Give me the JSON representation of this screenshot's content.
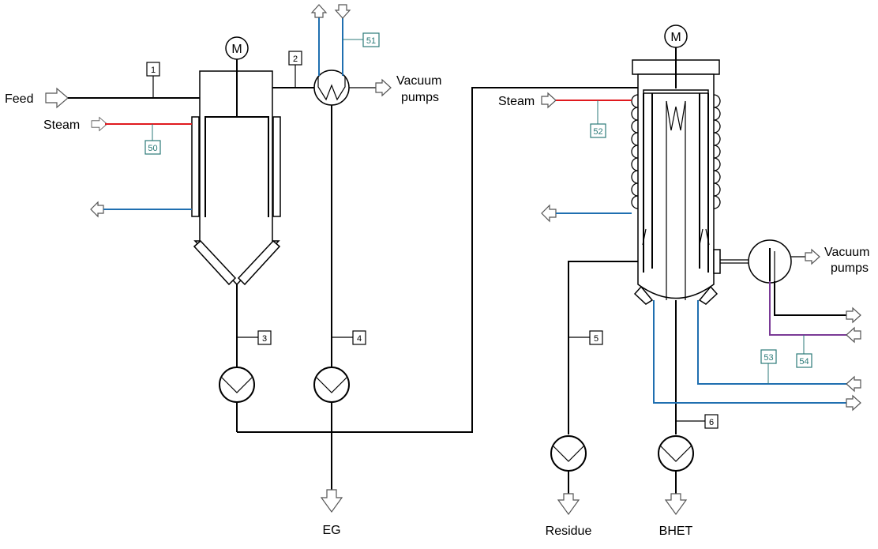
{
  "streams": {
    "feed": "Feed",
    "steam_left": "Steam",
    "steam_right": "Steam",
    "vacuum_left": "Vacuum\npumps",
    "vacuum_left_line1": "Vacuum",
    "vacuum_left_line2": "pumps",
    "vacuum_right_line1": "Vacuum",
    "vacuum_right_line2": "pumps",
    "eg": "EG",
    "residue": "Residue",
    "bhet": "BHET"
  },
  "motor_label": "M",
  "stream_numbers": [
    "1",
    "2",
    "3",
    "4",
    "5",
    "6"
  ],
  "utility_numbers": [
    "50",
    "51",
    "52",
    "53",
    "54"
  ],
  "colors": {
    "steam": "#e0191e",
    "cooling": "#1f6fb0",
    "purple_utility": "#7a3a96",
    "tag_teal": "#2b7a78"
  }
}
